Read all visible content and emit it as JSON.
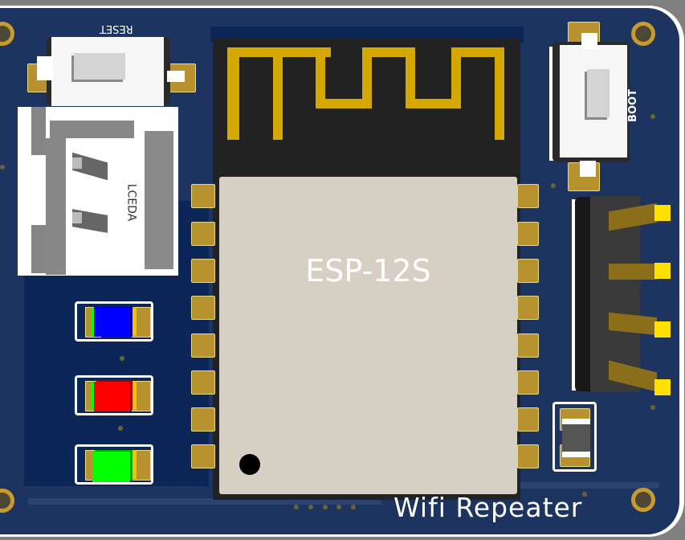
{
  "board": {
    "title": "Wifi Repeater",
    "colors": {
      "solder_mask": "#1d3461",
      "copper_pour": "#0c2657",
      "silkscreen": "#ffffff",
      "pad_gold": "#b8922f",
      "antenna": "#d4a800",
      "background": "#808080"
    }
  },
  "module": {
    "label": "ESP-12S",
    "pads_left": 8,
    "pads_right": 8,
    "shield_color": "#d6cfc4"
  },
  "buttons": {
    "reset": {
      "label": "RESET"
    },
    "boot": {
      "label": "BOOT"
    }
  },
  "connector": {
    "label": "LCEDA",
    "pins": 2
  },
  "leds": [
    {
      "color_name": "blue",
      "color": "#0000ff"
    },
    {
      "color_name": "red",
      "color": "#ff0000"
    },
    {
      "color_name": "green",
      "color": "#00ff00"
    }
  ],
  "header": {
    "pins": 4,
    "type": "right-angle pin header"
  },
  "resistor": {
    "body_color": "#555555"
  },
  "mounting_holes": 4
}
